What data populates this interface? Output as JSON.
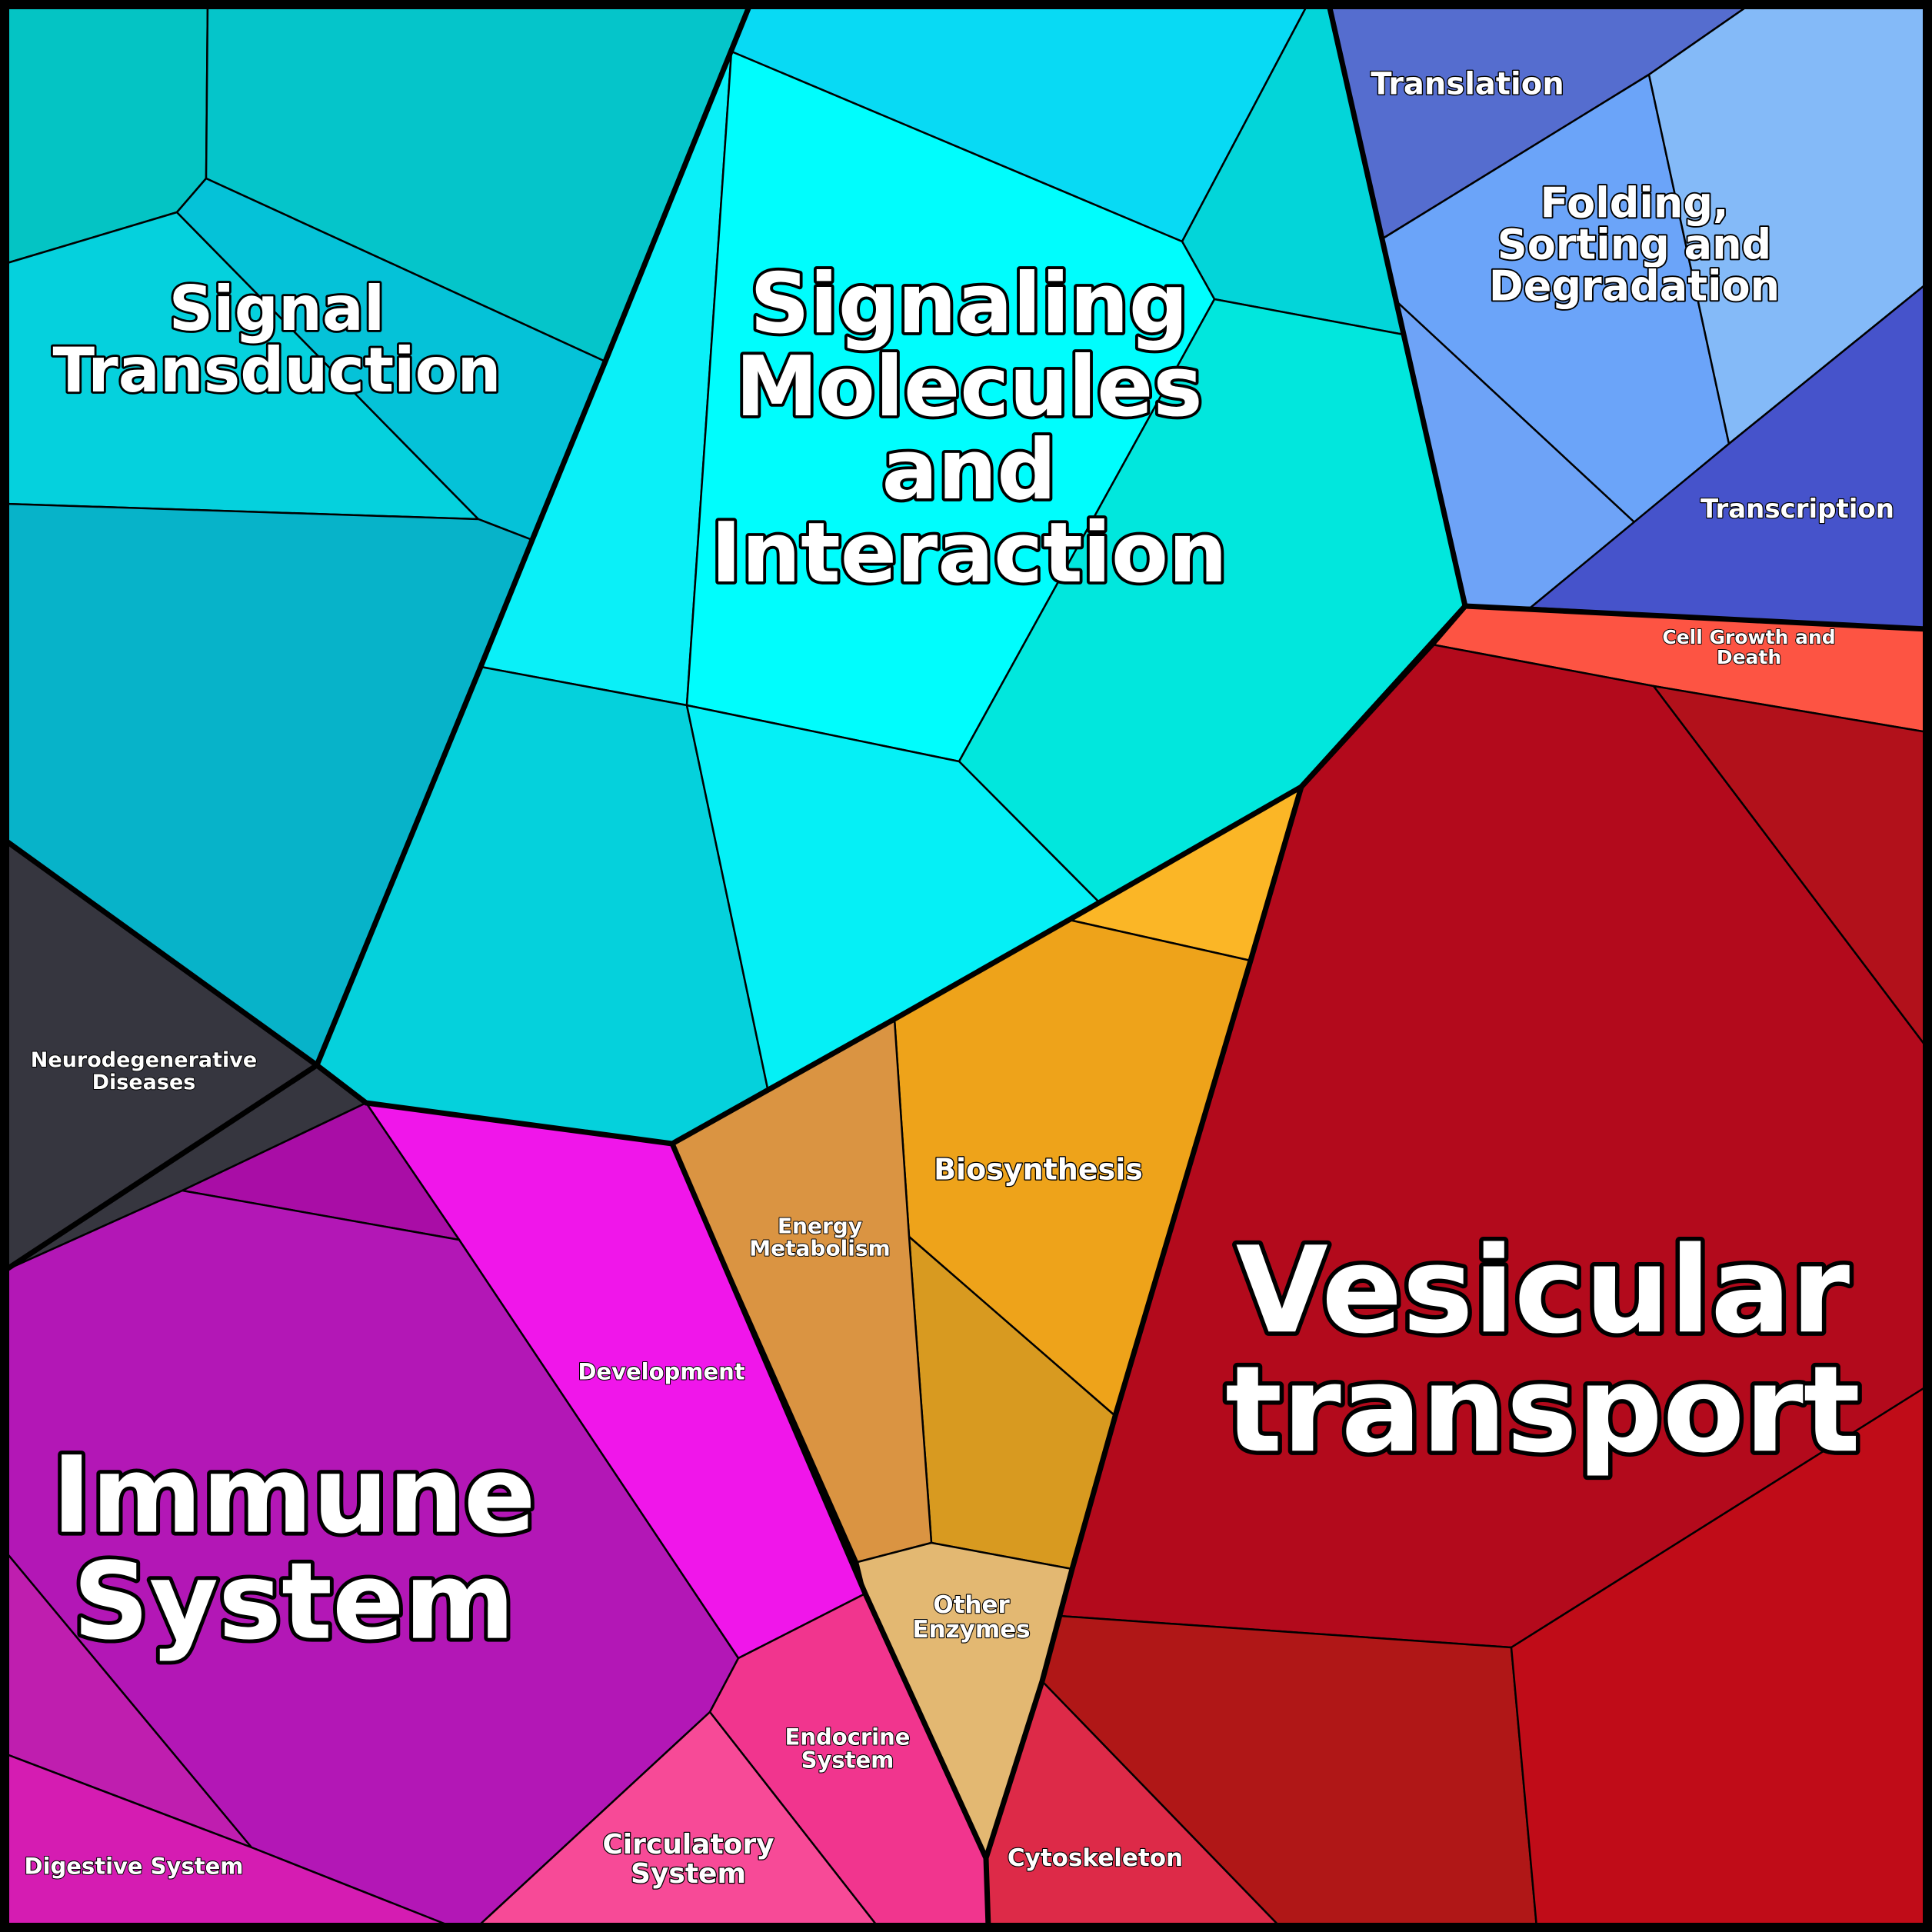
{
  "title": "Voronoi treemap of pathway categories",
  "labels": {
    "signal_transduction": [
      "Signal",
      "Transduction"
    ],
    "signaling_molecules": [
      "Signaling",
      "Molecules",
      "and",
      "Interaction"
    ],
    "translation": [
      "Translation"
    ],
    "folding": [
      "Folding,",
      "Sorting and",
      "Degradation"
    ],
    "transcription": [
      "Transcription"
    ],
    "cell_growth": [
      "Cell Growth and",
      "Death"
    ],
    "neurodegenerative": [
      "Neurodegenerative",
      "Diseases"
    ],
    "energy_metabolism": [
      "Energy",
      "Metabolism"
    ],
    "biosynthesis": [
      "Biosynthesis"
    ],
    "development": [
      "Development"
    ],
    "vesicular_transport": [
      "Vesicular",
      "transport"
    ],
    "immune_system": [
      "Immune",
      "System"
    ],
    "other_enzymes": [
      "Other",
      "Enzymes"
    ],
    "endocrine_system": [
      "Endocrine",
      "System"
    ],
    "circulatory_system": [
      "Circulatory",
      "System"
    ],
    "digestive_system": [
      "Digestive System"
    ],
    "cytoskeleton": [
      "Cytoskeleton"
    ]
  },
  "colors": {
    "signal_transduction_a": "#04c4c4",
    "signal_transduction_b": "#05c5ca",
    "signal_transduction_c": "#05d1dd",
    "signal_transduction_d": "#05c2d8",
    "signal_transduction_e": "#07b3c9",
    "signaling_a": "#08daf4",
    "signaling_b": "#03d5d9",
    "signaling_c": "#0af0f8",
    "signaling_d": "#00fdfd",
    "signaling_e": "#01e7dd",
    "signaling_f": "#05d1dc",
    "signaling_g": "#05f0f6",
    "translation": "#556dcf",
    "folding_a": "#6ba4f9",
    "folding_b": "#84baf8",
    "folding_c": "#6ea3f7",
    "transcription": "#4653cb",
    "cell_growth": "#fd5443",
    "neurodegenerative": "#36363f",
    "energy_metabolism": "#da9442",
    "biosynthesis_a": "#fbb626",
    "biosynthesis_b": "#eea31a",
    "biosynthesis_c": "#d89a20",
    "development": "#f016ea",
    "vesicular_a": "#b30a1c",
    "vesicular_b": "#b2111b",
    "vesicular_c": "#b01717",
    "vesicular_d": "#c00c18",
    "immune_a": "#b317b6",
    "immune_b": "#a90da6",
    "immune_c": "#bf1eaf",
    "other_enzymes": "#e3b872",
    "endocrine_system": "#f1358e",
    "circulatory_system": "#f74a97",
    "digestive_system": "#d51cb2",
    "cytoskeleton": "#dd2a48",
    "outline": "#000000",
    "label_text": "#ffffff"
  }
}
